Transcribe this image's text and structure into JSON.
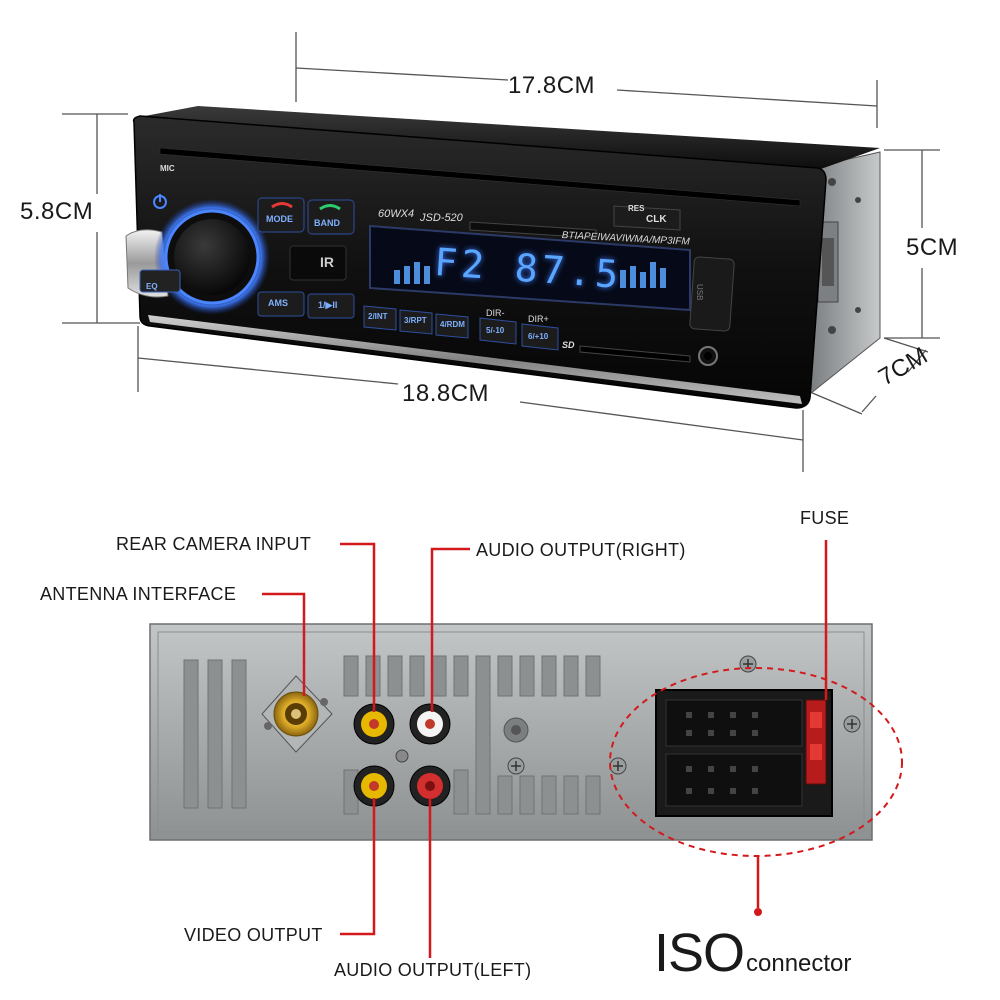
{
  "dimensions": {
    "width_top": "17.8CM",
    "height_front": "5.8CM",
    "height_side": "5CM",
    "width_bottom": "18.8CM",
    "depth": "7CM"
  },
  "front_panel": {
    "mic": "MIC",
    "res": "RES",
    "clk": "CLK",
    "mode": "MODE",
    "band": "BAND",
    "eq": "EQ",
    "power_rating": "60WX4",
    "model": "JSD-520",
    "formats": "BTIAPEIWAVIWMA/MP3IFM",
    "lcd_text": "F2 87.5",
    "ir": "IR",
    "ams": "AMS",
    "play_pause": "1/▶II",
    "preset_buttons": [
      "2/INT",
      "3/RPT",
      "4/RDM",
      "5/-10",
      "6/+10"
    ],
    "dir_minus": "DIR-",
    "dir_plus": "DIR+",
    "sd": "SD",
    "usb": "USB"
  },
  "callouts": {
    "rear_camera_input": "REAR CAMERA INPUT",
    "antenna_interface": "ANTENNA INTERFACE",
    "audio_output_right": "AUDIO OUTPUT(RIGHT)",
    "fuse": "FUSE",
    "video_output": "VIDEO OUTPUT",
    "audio_output_left": "AUDIO OUTPUT(LEFT)",
    "iso_big": "ISO",
    "iso_small": "connector"
  },
  "colors": {
    "callout_line": "#d2191c",
    "lcd_glow": "#5aa6ff",
    "chassis": "#a9acad",
    "faceplate": "#161616"
  }
}
